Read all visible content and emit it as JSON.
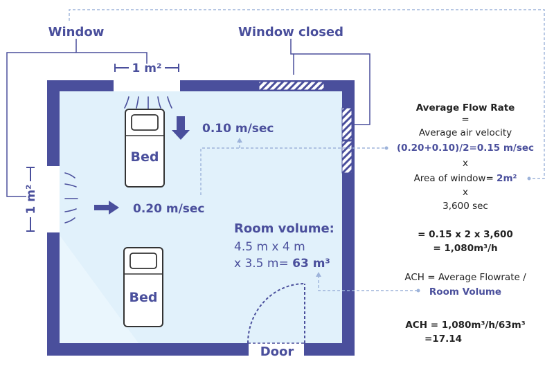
{
  "colors": {
    "wall": "#4a4f9c",
    "room": "#dff0fb",
    "accent": "#4a4f9c",
    "text": "#222222",
    "dashed": "#9db3da"
  },
  "labels": {
    "window_top": "Window",
    "window_closed": "Window closed",
    "area_top": "1 m²",
    "area_left": "1 m²",
    "bed1": "Bed",
    "bed2": "Bed",
    "door": "Door",
    "velocity_top": "0.10 m/sec",
    "velocity_left": "0.20 m/sec",
    "room_volume_title": "Room volume:",
    "room_volume_line1": "4.5 m x 4 m",
    "room_volume_line2_prefix": "x 3.5 m= ",
    "room_volume_value": "63 m³"
  },
  "calc": {
    "title": "Average Flow Rate",
    "eq1": "=",
    "line_velocity": "Average air velocity",
    "velocity_formula": "(0.20+0.10)/2=0.15 m/sec",
    "x1": "x",
    "area_prefix": "Area of window= ",
    "area_value": "2m²",
    "x2": "x",
    "seconds": "3,600 sec",
    "result1": "= 0.15 x 2 x 3,600",
    "result2": "= 1,080m³/h",
    "ach_line1": "ACH = Average Flowrate /",
    "ach_line2": "Room Volume",
    "ach_result1": "ACH = 1,080m³/h/63m³",
    "ach_result2": "=17.14"
  },
  "icons": [
    "bed-icon",
    "arrow-right-icon",
    "arrow-down-icon",
    "airflow-lines-icon",
    "door-swing-icon"
  ]
}
